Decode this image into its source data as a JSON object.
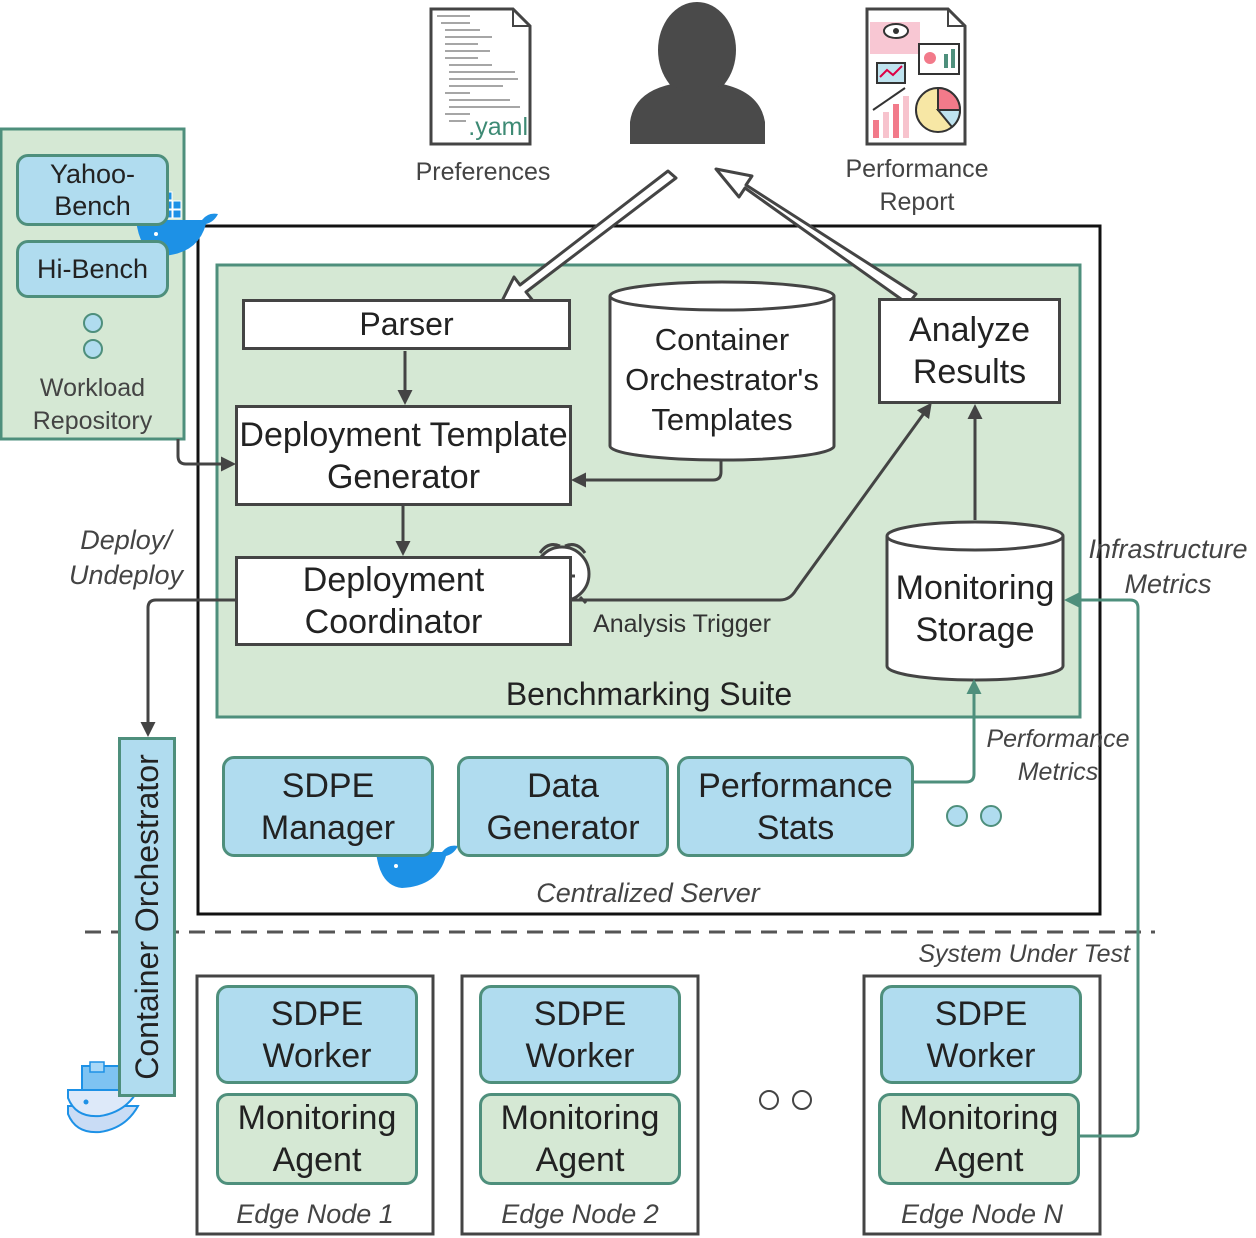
{
  "top": {
    "preferences_label": "Preferences",
    "yaml_label": ".yaml",
    "report_label": "Performance Report"
  },
  "repository": {
    "items": [
      {
        "label": "Yahoo-Bench"
      },
      {
        "label": "Hi-Bench"
      }
    ],
    "label": "Workload Repository"
  },
  "suite": {
    "label": "Benchmarking Suite",
    "parser": "Parser",
    "generator": "Deployment Template Generator",
    "coordinator": "Deployment Coordinator",
    "templates": "Container Orchestrator's Templates",
    "analyze": "Analyze Results",
    "monitoring_storage": "Monitoring Storage",
    "analysis_trigger": "Analysis Trigger"
  },
  "server": {
    "label": "Centralized Server",
    "sdpe_manager": "SDPE Manager",
    "data_generator": "Data Generator",
    "performance_stats": "Performance Stats"
  },
  "edges": {
    "deploy_label": "Deploy/ Undeploy",
    "infra_metrics": "Infrastructure Metrics",
    "perf_metrics": "Performance Metrics"
  },
  "orchestrator": {
    "label": "Container Orchestrator"
  },
  "sut": {
    "label": "System Under Test",
    "nodes": [
      {
        "worker": "SDPE Worker",
        "agent": "Monitoring Agent",
        "name": "Edge Node 1"
      },
      {
        "worker": "SDPE Worker",
        "agent": "Monitoring Agent",
        "name": "Edge Node 2"
      },
      {
        "worker": "SDPE Worker",
        "agent": "Monitoring Agent",
        "name": "Edge Node N"
      }
    ]
  },
  "colors": {
    "blue_fill": "#b0dcef",
    "green_fill": "#d5e8d4",
    "teal_stroke": "#4e8f7c",
    "dark_stroke": "#444444",
    "docker_blue": "#1d91e6"
  },
  "icons": [
    "user-icon",
    "yaml-document-icon",
    "report-document-icon",
    "docker-whale-icon",
    "alarm-clock-icon"
  ]
}
